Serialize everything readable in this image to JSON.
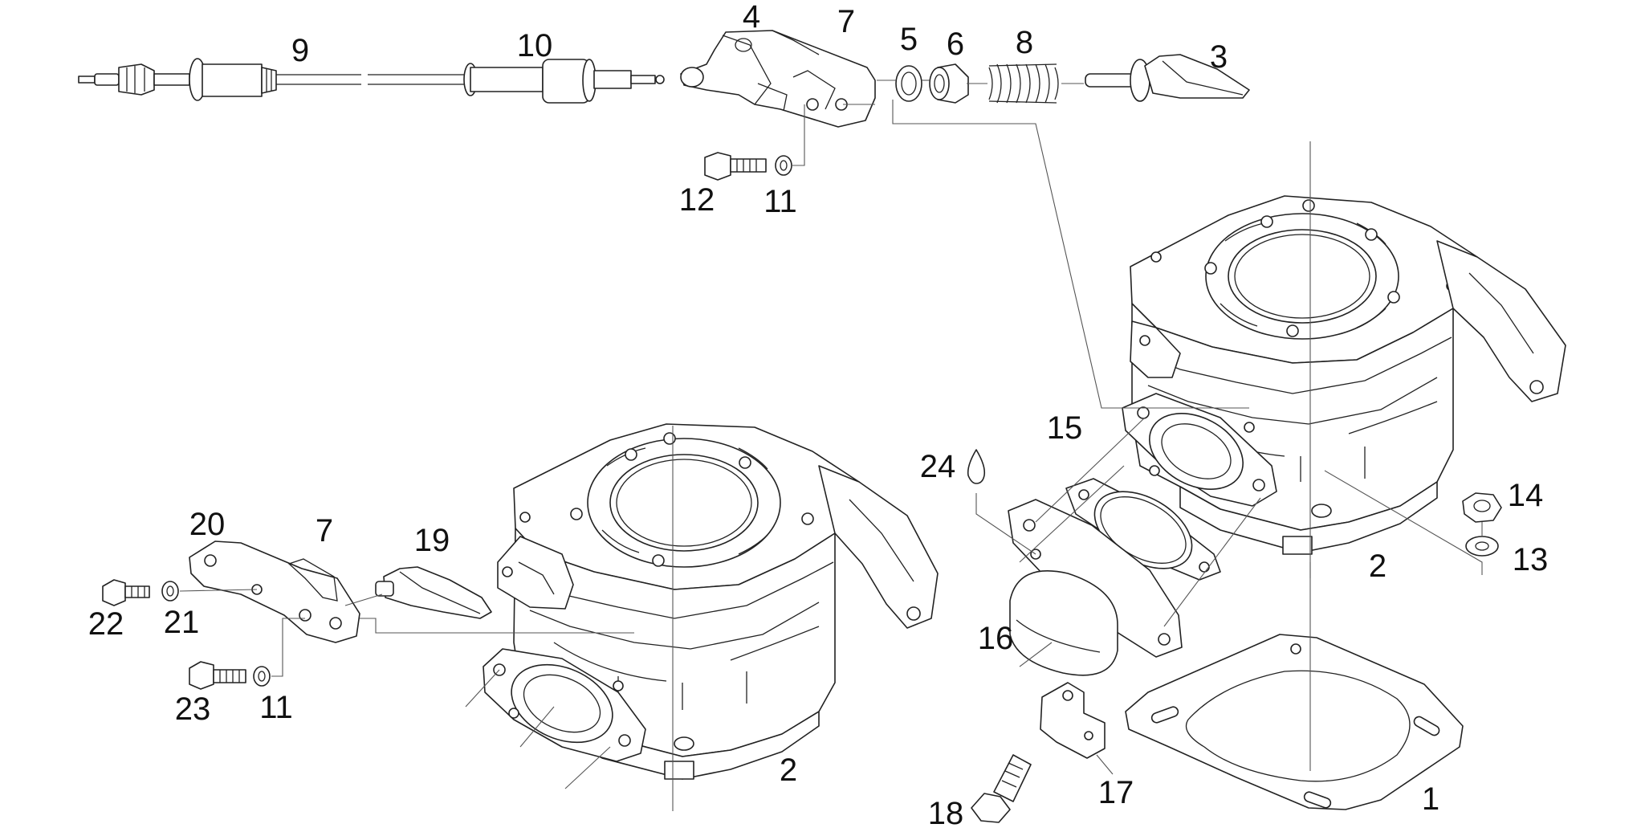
{
  "callouts": {
    "c1": "1",
    "c2a": "2",
    "c2b": "2",
    "c3": "3",
    "c4": "4",
    "c5": "5",
    "c6": "6",
    "c7a": "7",
    "c7b": "7",
    "c8": "8",
    "c9": "9",
    "c10": "10",
    "c11a": "11",
    "c11b": "11",
    "c12": "12",
    "c13": "13",
    "c14": "14",
    "c15": "15",
    "c16": "16",
    "c17": "17",
    "c18": "18",
    "c19": "19",
    "c20": "20",
    "c21": "21",
    "c22": "22",
    "c23": "23",
    "c24": "24"
  },
  "colors": {
    "line": "#222222",
    "leader": "#555555",
    "background": "#ffffff"
  }
}
